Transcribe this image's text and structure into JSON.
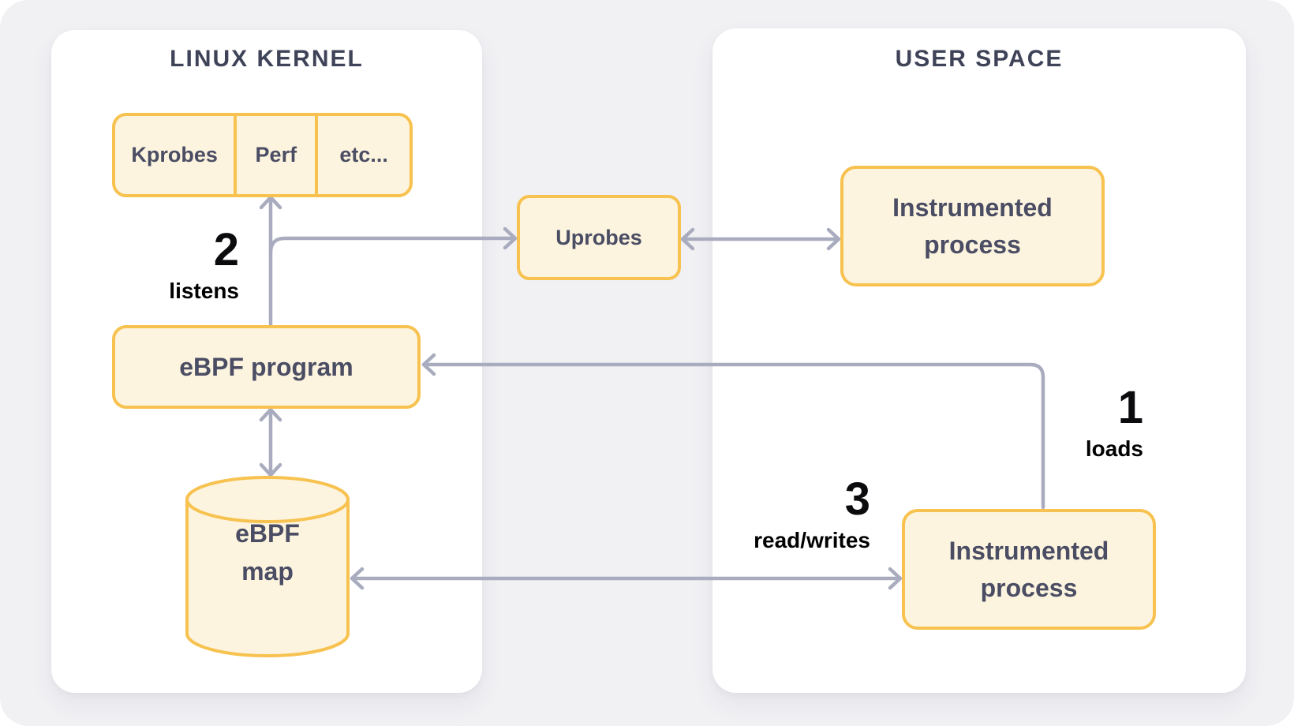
{
  "panels": {
    "kernel": {
      "title": "LINUX KERNEL"
    },
    "user": {
      "title": "USER SPACE"
    }
  },
  "nodes": {
    "probes": {
      "cells": [
        "Kprobes",
        "Perf",
        "etc..."
      ]
    },
    "uprobes": {
      "label": "Uprobes"
    },
    "ebpf_program": {
      "label": "eBPF program"
    },
    "ebpf_map": {
      "line1": "eBPF",
      "line2": "map"
    },
    "instrumented_top": {
      "label": "Instrumented process"
    },
    "instrumented_bottom": {
      "label": "Instrumented process"
    }
  },
  "annotations": {
    "loads": {
      "number": "1",
      "label": "loads"
    },
    "listens": {
      "number": "2",
      "label": "listens"
    },
    "read_writes": {
      "number": "3",
      "label": "read/writes"
    }
  },
  "colors": {
    "node_border": "#F7C24F",
    "node_fill": "#FDF4DF",
    "arrow": "#A9ACBE",
    "panel_background": "#FFFFFF",
    "canvas_background": "#F1F1F4",
    "title_text": "#3F4358",
    "node_text": "#4A4D63",
    "annotation_text": "#0B0B0E"
  }
}
